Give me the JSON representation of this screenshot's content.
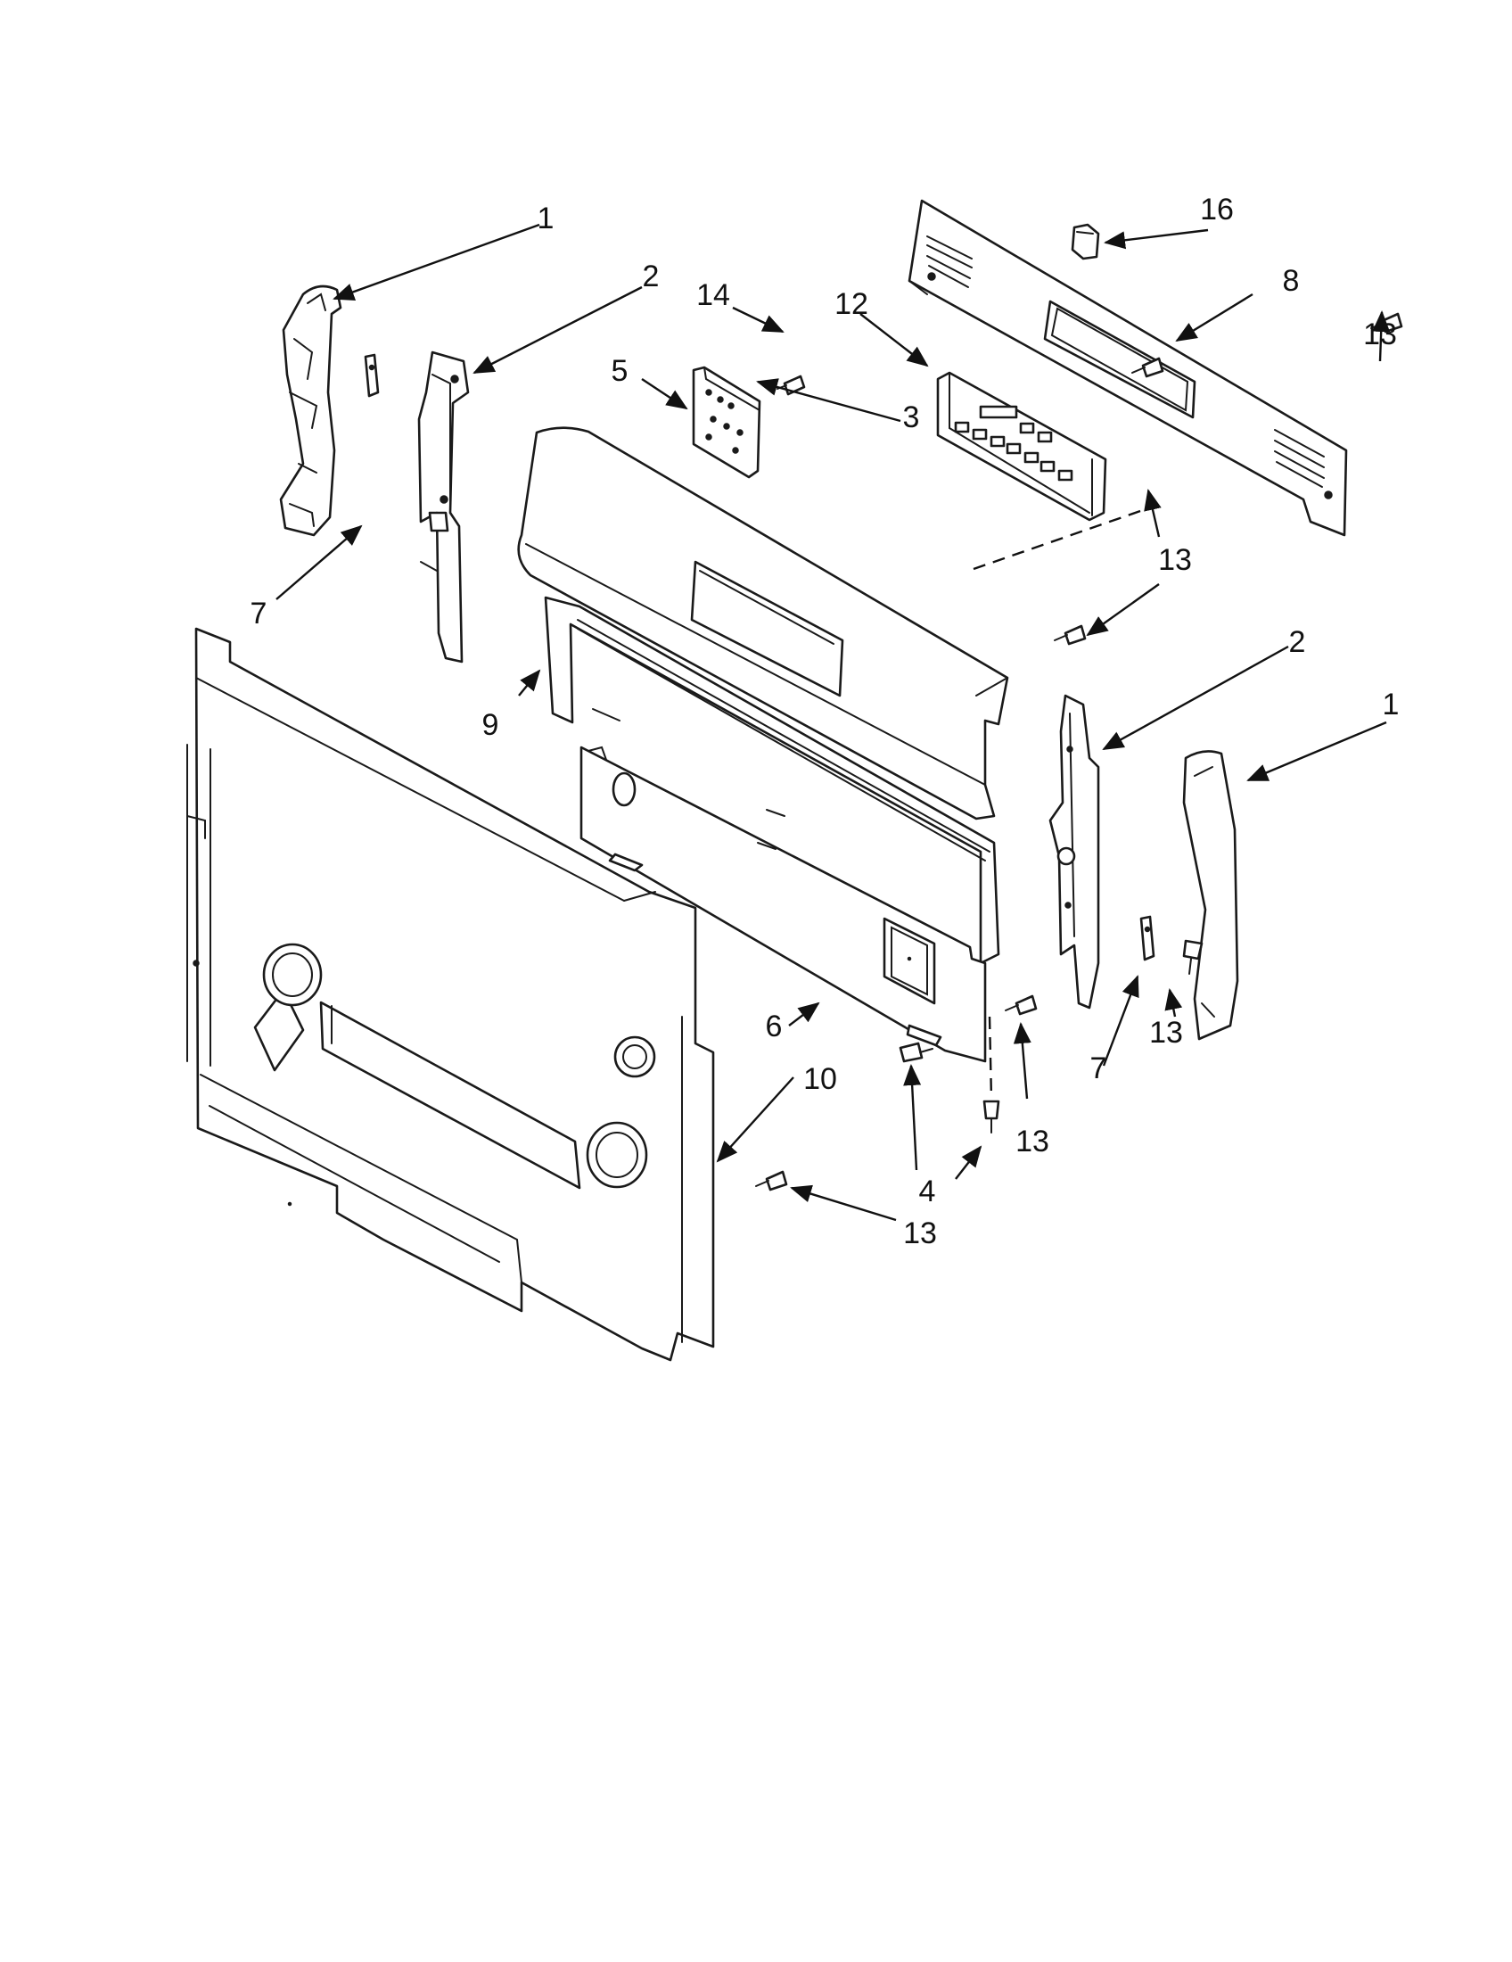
{
  "callouts": [
    {
      "id": "c1a",
      "text": "1"
    },
    {
      "id": "c1b",
      "text": "1"
    },
    {
      "id": "c2a",
      "text": "2"
    },
    {
      "id": "c2b",
      "text": "2"
    },
    {
      "id": "c3",
      "text": "3"
    },
    {
      "id": "c4",
      "text": "4"
    },
    {
      "id": "c5",
      "text": "5"
    },
    {
      "id": "c6",
      "text": "6"
    },
    {
      "id": "c7a",
      "text": "7"
    },
    {
      "id": "c7b",
      "text": "7"
    },
    {
      "id": "c8",
      "text": "8"
    },
    {
      "id": "c9",
      "text": "9"
    },
    {
      "id": "c10",
      "text": "10"
    },
    {
      "id": "c12",
      "text": "12"
    },
    {
      "id": "c13a",
      "text": "13"
    },
    {
      "id": "c13b",
      "text": "13"
    },
    {
      "id": "c13c",
      "text": "13"
    },
    {
      "id": "c13d",
      "text": "13"
    },
    {
      "id": "c13e",
      "text": "13"
    },
    {
      "id": "c14",
      "text": "14"
    },
    {
      "id": "c16",
      "text": "16"
    }
  ],
  "colors": {
    "line": "#1a1a1a",
    "background": "#ffffff"
  }
}
